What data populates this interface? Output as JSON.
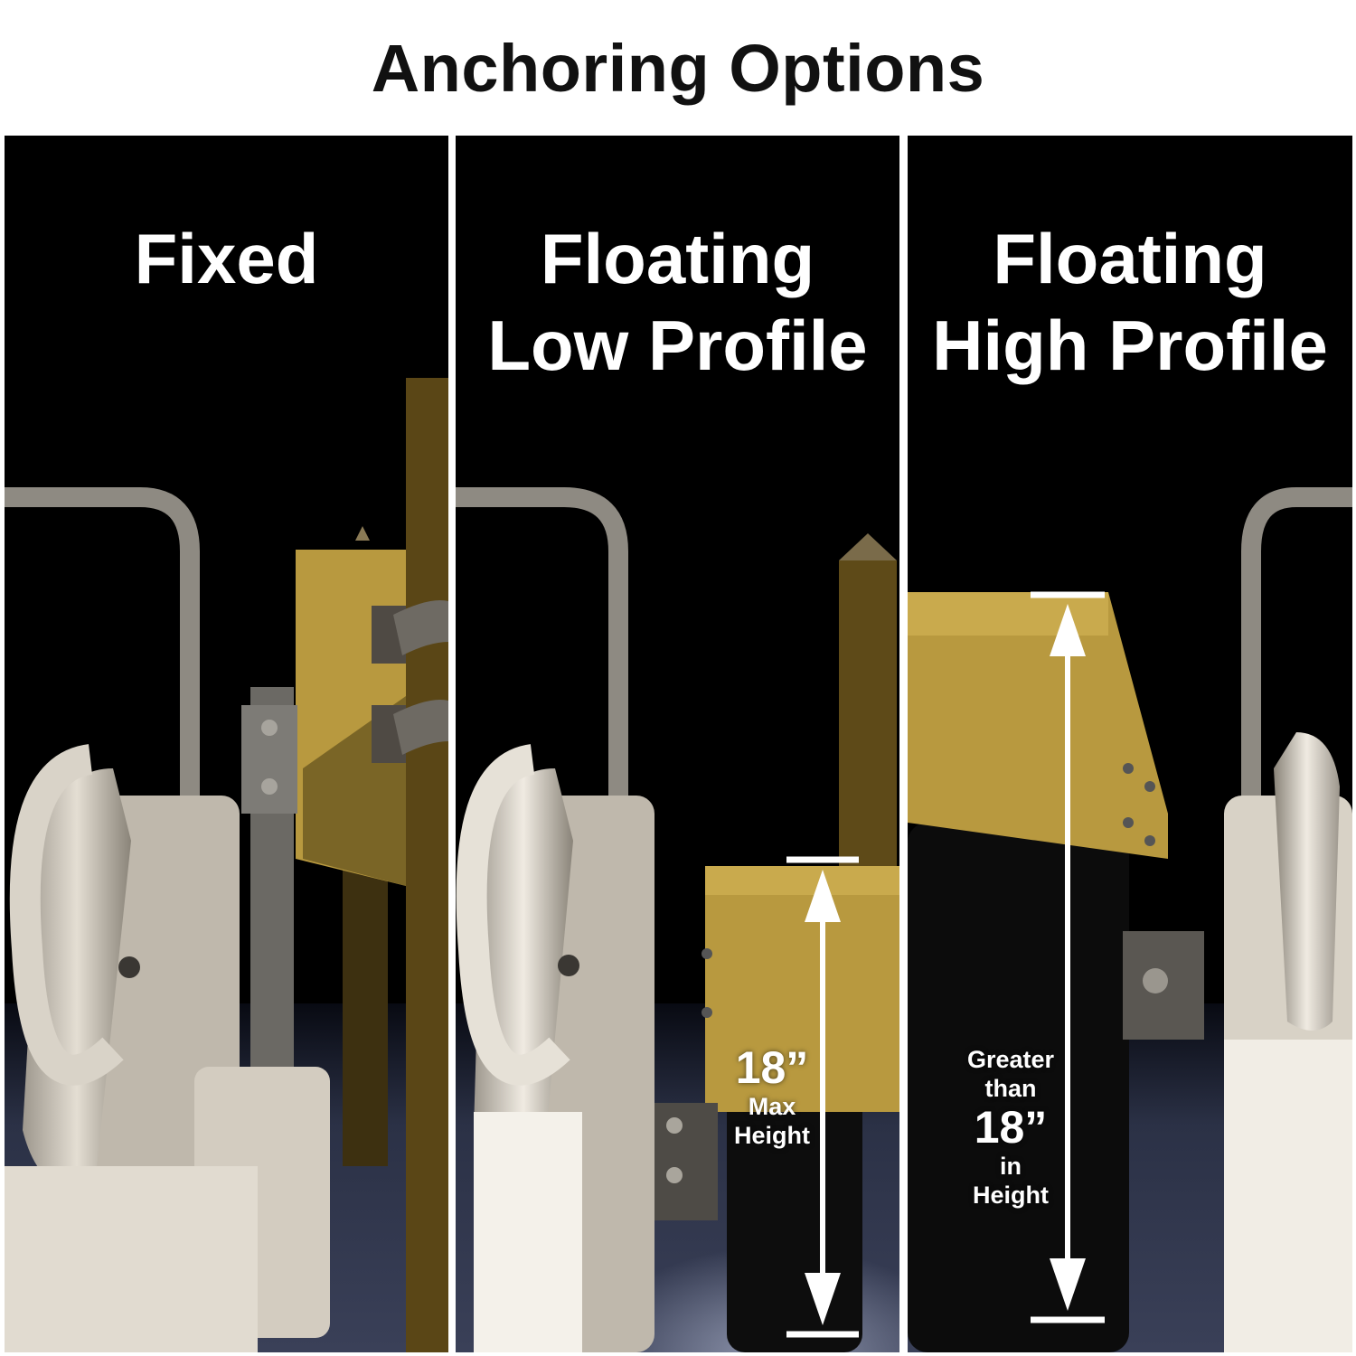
{
  "header": {
    "title": "Anchoring Options"
  },
  "panels": [
    {
      "id": "fixed",
      "title_lines": [
        "Fixed"
      ]
    },
    {
      "id": "floating-low",
      "title_lines": [
        "Floating",
        "Low Profile"
      ],
      "measurement": {
        "value": "18”",
        "lines": [
          "Max",
          "Height"
        ]
      }
    },
    {
      "id": "floating-high",
      "title_lines": [
        "Floating",
        "High Profile"
      ],
      "measurement": {
        "pre_lines": [
          "Greater",
          "than"
        ],
        "value": "18”",
        "post_lines": [
          "in",
          "Height"
        ]
      }
    }
  ],
  "colors": {
    "header_bg": "#ffffff",
    "panel_bg": "#000000",
    "text": "#ffffff",
    "dock_box": "#b8993f",
    "piling": "#5a4616",
    "floor": "#2f3448",
    "ladder_grip": "#c9c3b8"
  },
  "icons": [
    "dock-ladder-illustration",
    "dock-box-illustration",
    "height-arrow-icon"
  ]
}
